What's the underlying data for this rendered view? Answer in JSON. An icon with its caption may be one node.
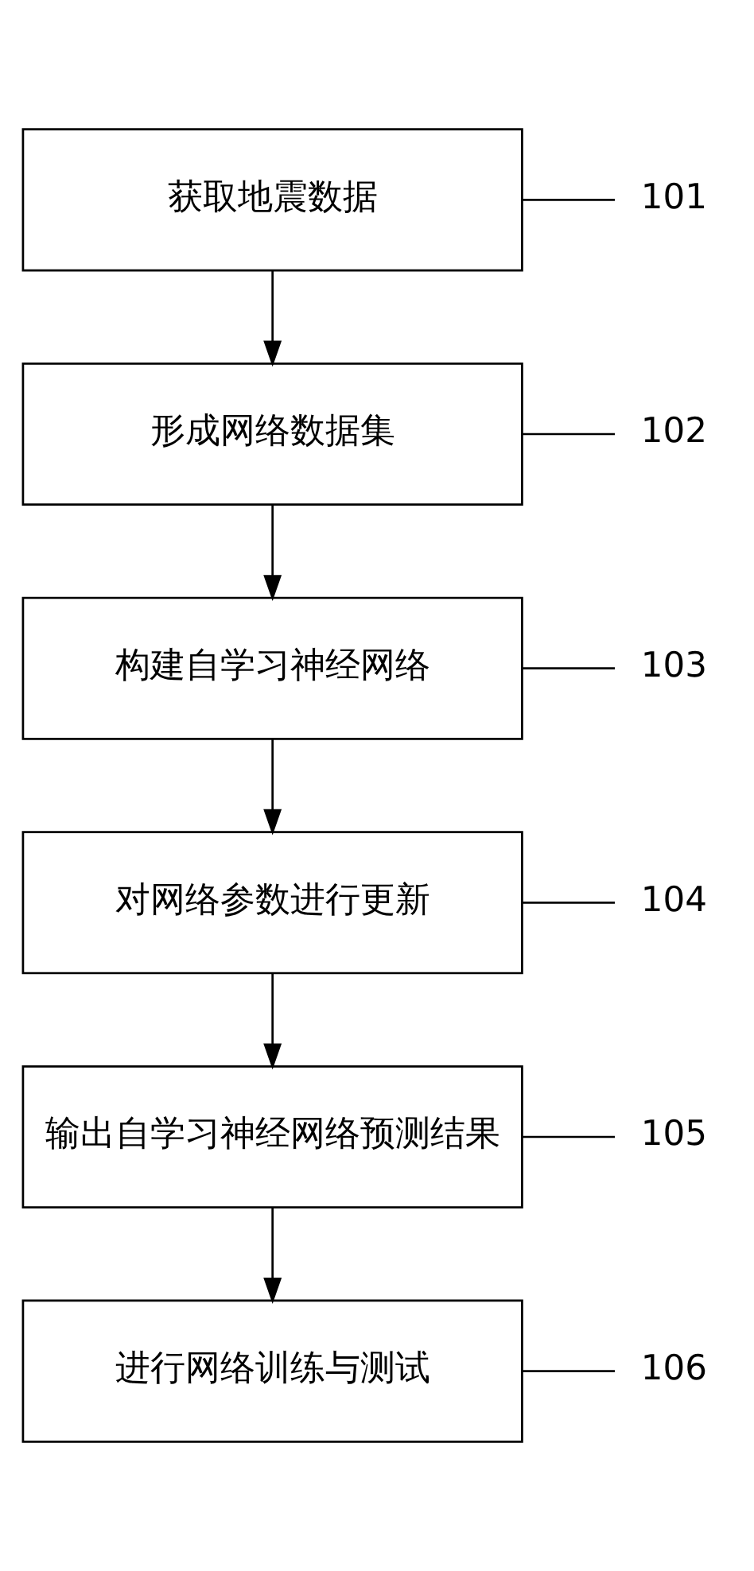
{
  "diagram": {
    "nodes": [
      {
        "text": [
          "获取地震数据"
        ]
      },
      {
        "text": [
          "形成网络数据集"
        ]
      },
      {
        "text": [
          "构建自学习神经网络"
        ]
      },
      {
        "text": [
          "对网络参数进行更新"
        ]
      },
      {
        "text": [
          "输出自学习神经网络预测结果"
        ]
      },
      {
        "text": [
          "进行网络训练与测试"
        ]
      },
      {
        "text": [
          "101"
        ]
      },
      {
        "text": [
          "102"
        ]
      },
      {
        "text": [
          "103"
        ]
      },
      {
        "text": [
          "104"
        ]
      },
      {
        "text": [
          "105"
        ]
      },
      {
        "text": [
          "106"
        ]
      }
    ],
    "edges": [
      {
        "from": 0,
        "to": 1,
        "arrow": "to"
      },
      {
        "from": 1,
        "to": 2,
        "arrow": "to"
      },
      {
        "from": 2,
        "to": 3,
        "arrow": "to"
      },
      {
        "from": 3,
        "to": 4,
        "arrow": "to"
      },
      {
        "from": 4,
        "to": 5,
        "arrow": "to"
      },
      {
        "from": 6,
        "to": 0,
        "arrow": "none"
      },
      {
        "from": 7,
        "to": 1,
        "arrow": "none"
      },
      {
        "from": 8,
        "to": 2,
        "arrow": "none"
      },
      {
        "from": 9,
        "to": 3,
        "arrow": "none"
      },
      {
        "from": 10,
        "to": 4,
        "arrow": "none"
      },
      {
        "from": 11,
        "to": 5,
        "arrow": "none"
      }
    ]
  }
}
